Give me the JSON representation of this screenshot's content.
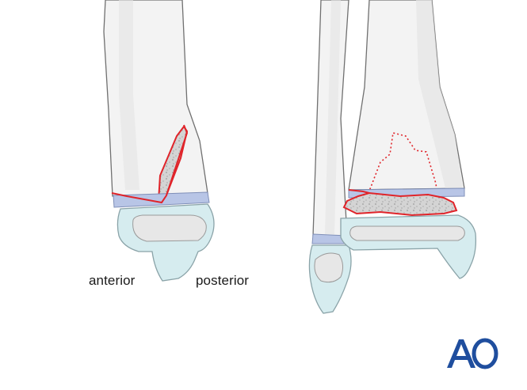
{
  "labels": {
    "anterior": "anterior",
    "posterior": "posterior"
  },
  "logo": {
    "text": "AO",
    "color": "#1f4e9e"
  },
  "colors": {
    "bone_fill": "#f2f2f2",
    "bone_shade": "#e3e3e3",
    "bone_outline": "#707070",
    "physis": "#b8c5e6",
    "epiphysis": "#d6ecef",
    "epiphysis_outline": "#8aa3a8",
    "fracture_line": "#e0242a",
    "fragment_fill": "#cfcfcf"
  }
}
